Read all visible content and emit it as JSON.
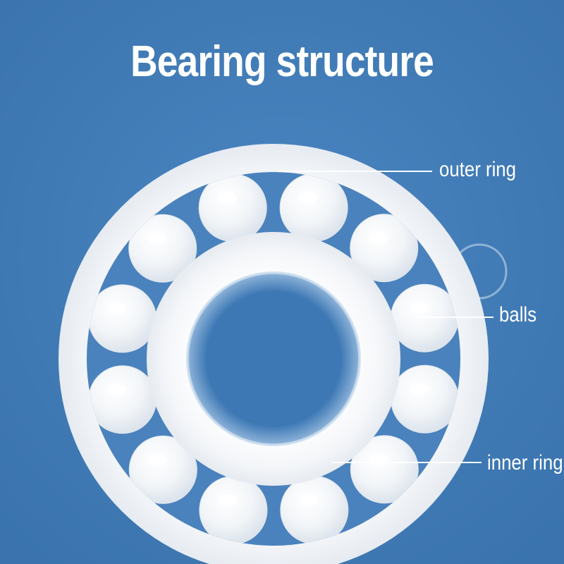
{
  "title": "Bearing structure",
  "labels": {
    "outer_ring": "outer ring",
    "balls": "balls",
    "inner_ring": "inner ring"
  },
  "colors": {
    "background": "#3f7ab7",
    "ceramic": "#ffffff",
    "ball_tint": "#e9eef4",
    "bore": "#3f7ab7",
    "leader_line": "#ffffff"
  }
}
